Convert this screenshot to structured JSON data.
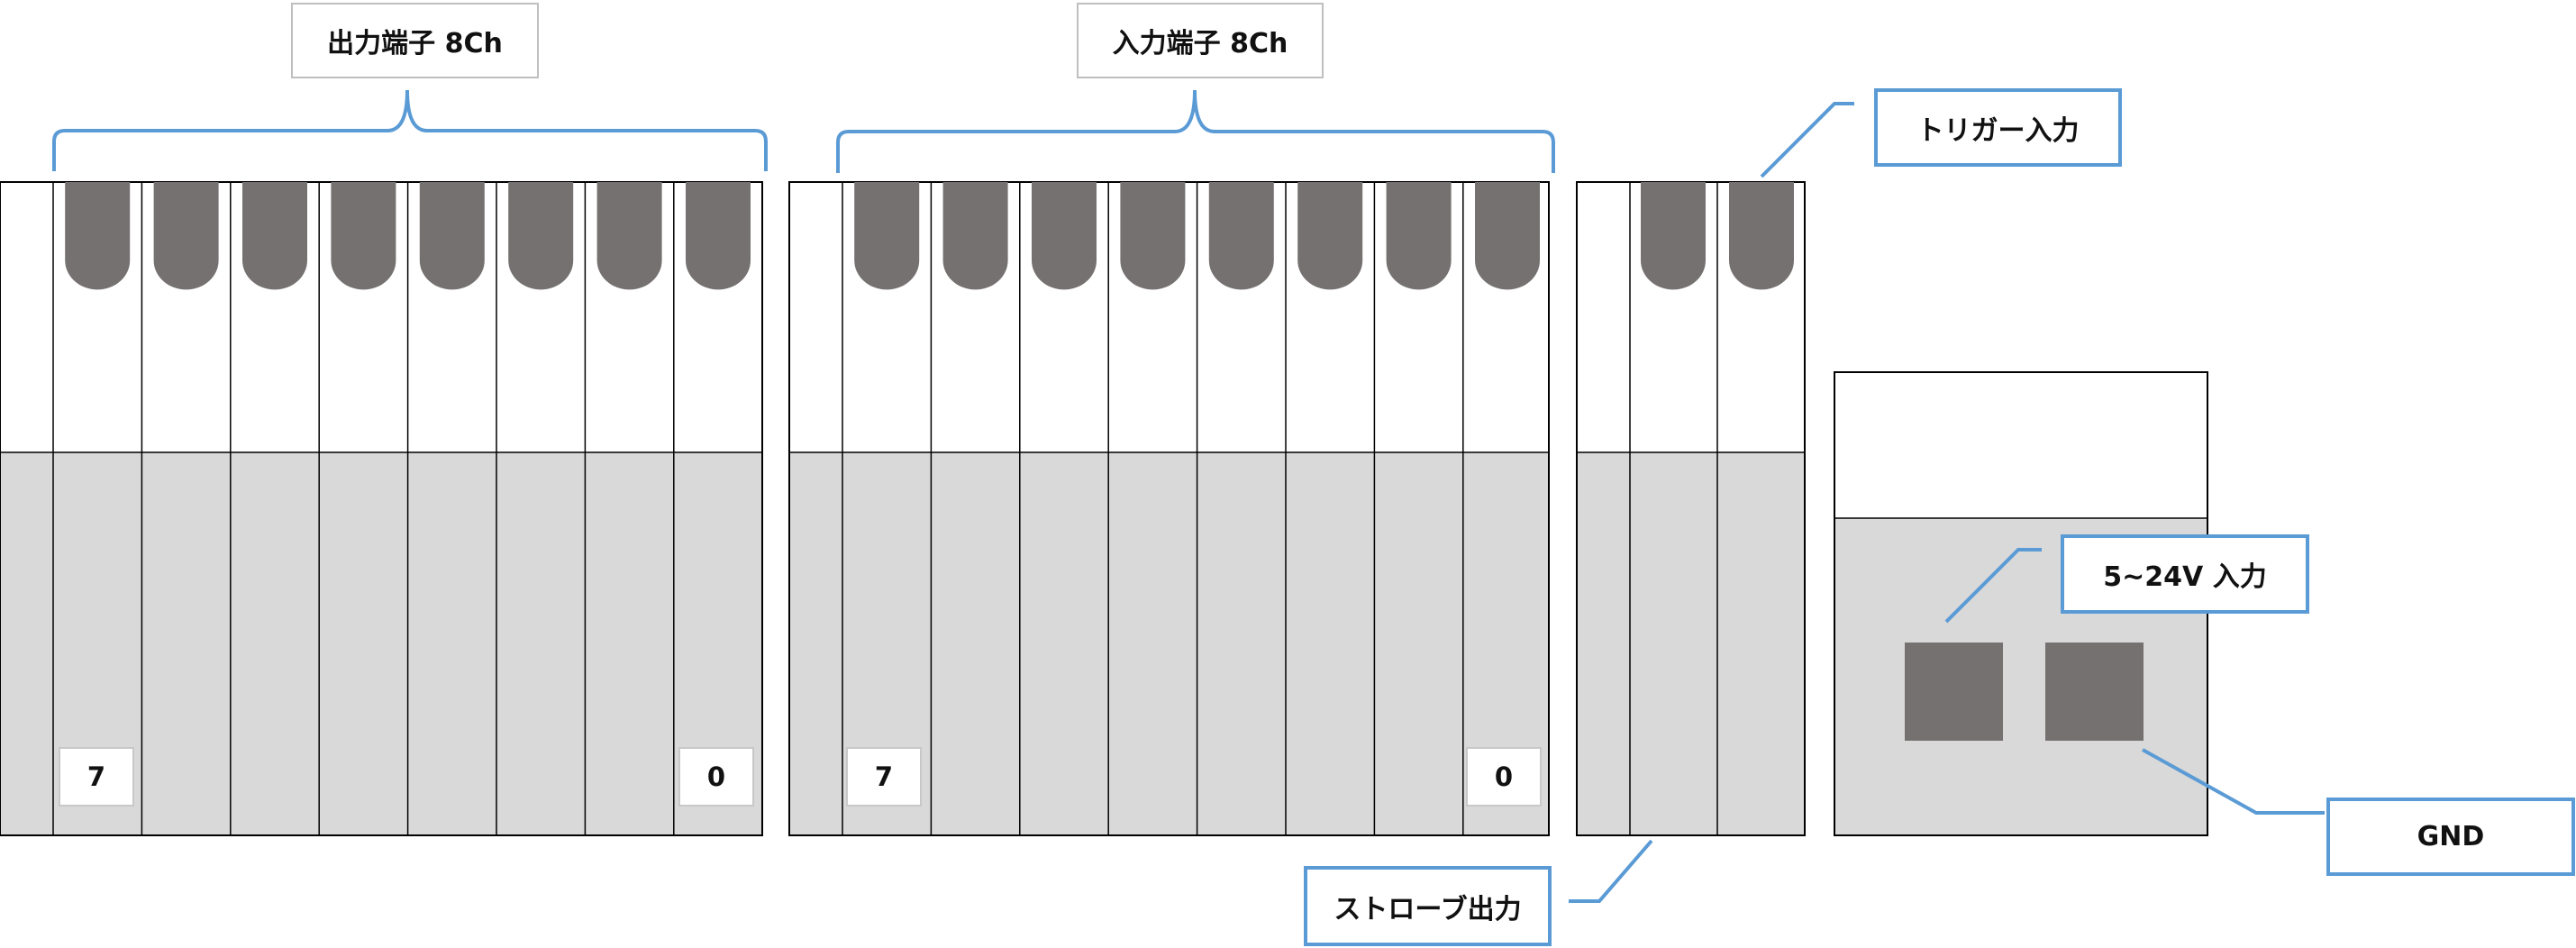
{
  "groups": {
    "output": {
      "label": "出力端子 8Ch",
      "first_channel": "7",
      "last_channel": "0"
    },
    "input": {
      "label": "入力端子 8Ch",
      "first_channel": "7",
      "last_channel": "0"
    }
  },
  "callouts": {
    "trigger": "トリガー入力",
    "power": "5~24V 入力",
    "gnd": "GND",
    "strobe": "ストローブ出力"
  },
  "colors": {
    "pin": "#767171",
    "lower_panel": "#d9d9d9",
    "accent": "#5b9bd5",
    "outline": "#000000"
  }
}
